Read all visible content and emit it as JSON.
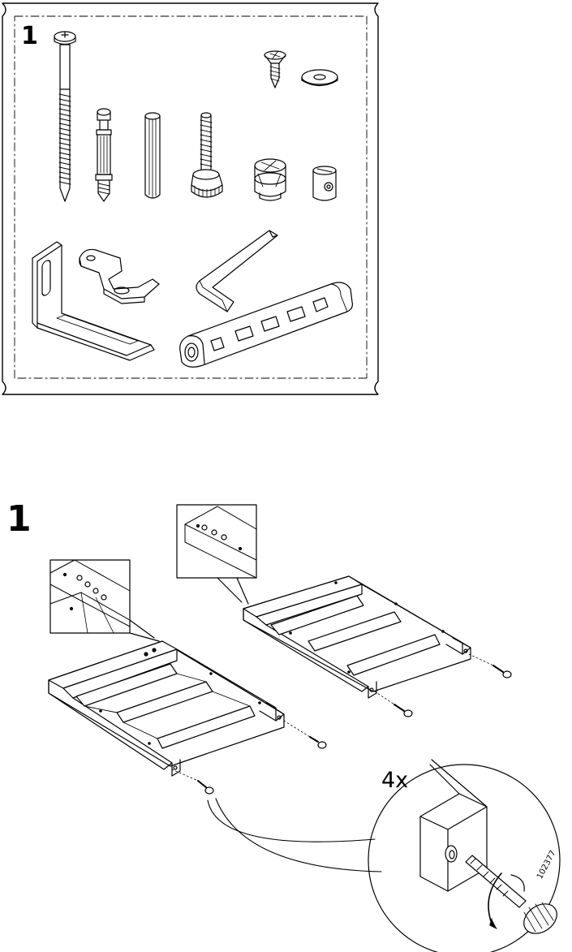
{
  "parts_panel": {
    "step_number": "1",
    "parts": [
      {
        "name": "long-bolt",
        "icon": "long-bolt-icon"
      },
      {
        "name": "cam-dowel",
        "icon": "cam-dowel-icon"
      },
      {
        "name": "wooden-dowel",
        "icon": "wooden-dowel-icon"
      },
      {
        "name": "adjustable-foot",
        "icon": "adjustable-foot-icon"
      },
      {
        "name": "cam-lock",
        "icon": "cam-lock-icon"
      },
      {
        "name": "barrel-nut",
        "icon": "barrel-nut-icon"
      },
      {
        "name": "wood-screw",
        "icon": "wood-screw-icon"
      },
      {
        "name": "washer",
        "icon": "washer-icon"
      },
      {
        "name": "angle-bracket",
        "icon": "angle-bracket-icon"
      },
      {
        "name": "wall-clip",
        "icon": "wall-clip-icon"
      },
      {
        "name": "allen-key",
        "icon": "allen-key-icon"
      },
      {
        "name": "drawer-rail",
        "icon": "drawer-rail-icon"
      }
    ]
  },
  "assembly": {
    "step_number": "1",
    "quantity": "4x",
    "doc_code": "102377"
  },
  "colors": {
    "line": "#000000",
    "fill": "#ffffff",
    "shade": "#cfcfcf"
  }
}
